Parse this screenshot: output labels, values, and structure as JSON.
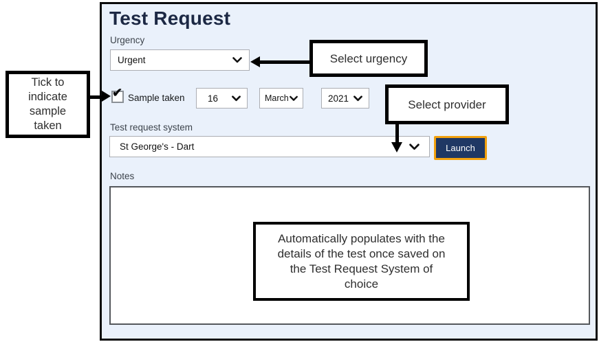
{
  "window": {
    "title": "Test Request"
  },
  "form": {
    "urgency": {
      "label": "Urgency",
      "value": "Urgent"
    },
    "sample": {
      "label": "Sample taken",
      "checked": true,
      "day": "16",
      "month": "March",
      "year": "2021"
    },
    "system": {
      "label": "Test request system",
      "value": "St George's - Dart"
    },
    "launch_label": "Launch",
    "notes": {
      "label": "Notes",
      "value": ""
    }
  },
  "annotations": {
    "tick_sample": "Tick to indicate sample taken",
    "select_urgency": "Select urgency",
    "select_provider": "Select provider",
    "notes_info": "Automatically populates with the details of the test once saved on the Test Request System of choice"
  },
  "icons": {
    "checkmark": "✔",
    "chevron_down": "chevron-down"
  },
  "colors": {
    "panel_bg": "#EAF1FB",
    "title_text": "#1C2844",
    "button_bg": "#1F3864",
    "button_border": "#F2A10E",
    "input_border": "#ABADB3",
    "notes_border": "#54575B",
    "annotation_border": "#000000"
  }
}
